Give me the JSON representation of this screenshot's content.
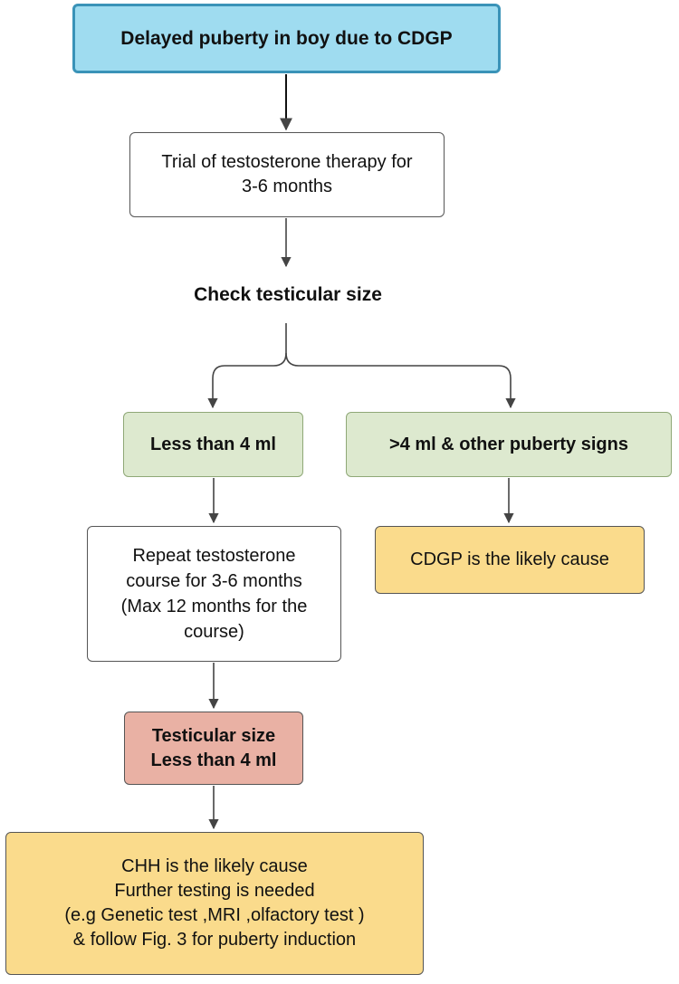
{
  "nodes": {
    "start": "Delayed puberty in boy due to CDGP",
    "trial": [
      "Trial of testosterone therapy for",
      "3-6 months"
    ],
    "check": "Check testicular size",
    "less": "Less than 4 ml",
    "more": ">4 ml & other puberty signs",
    "repeat": [
      "Repeat testosterone",
      "course for 3-6 months",
      "(Max 12 months for the",
      "course)"
    ],
    "cdgp": "CDGP is the likely cause",
    "size": [
      "Testicular size",
      "Less than 4 ml"
    ],
    "chh": [
      "CHH is the likely cause",
      "Further testing is needed",
      "(e.g Genetic test ,MRI ,olfactory test )",
      "& follow Fig. 3 for puberty induction"
    ]
  },
  "colors": {
    "start_fill": "#9fdcf0",
    "start_border": "#3a93b8",
    "decision_fill": "#dde9cf",
    "outcome_fill": "#fadb8c",
    "alert_fill": "#e9b1a4",
    "edge": "#444444"
  }
}
